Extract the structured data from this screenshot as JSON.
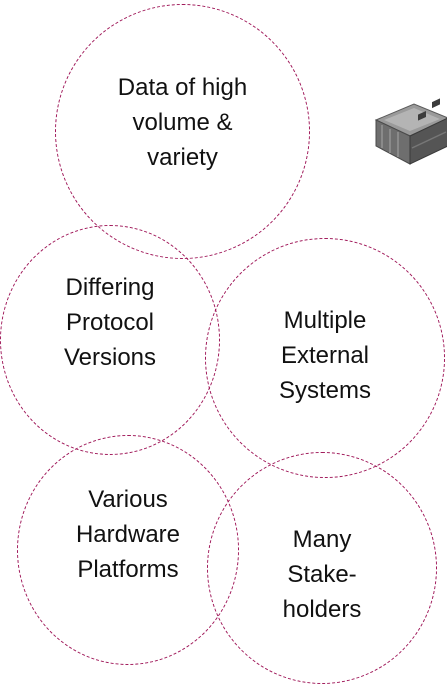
{
  "circles": [
    {
      "lines": [
        "Data of high",
        "volume &",
        "variety"
      ]
    },
    {
      "lines": [
        "Differing",
        "Protocol",
        "Versions"
      ]
    },
    {
      "lines": [
        "Multiple",
        "External",
        "Systems"
      ]
    },
    {
      "lines": [
        "Various",
        "Hardware",
        "Platforms"
      ]
    },
    {
      "lines": [
        "Many",
        "Stake-",
        "holders"
      ]
    }
  ],
  "colors": {
    "circle_border": "#a0195a",
    "text": "#111111"
  },
  "image": {
    "icon": "hardware-device-icon"
  }
}
